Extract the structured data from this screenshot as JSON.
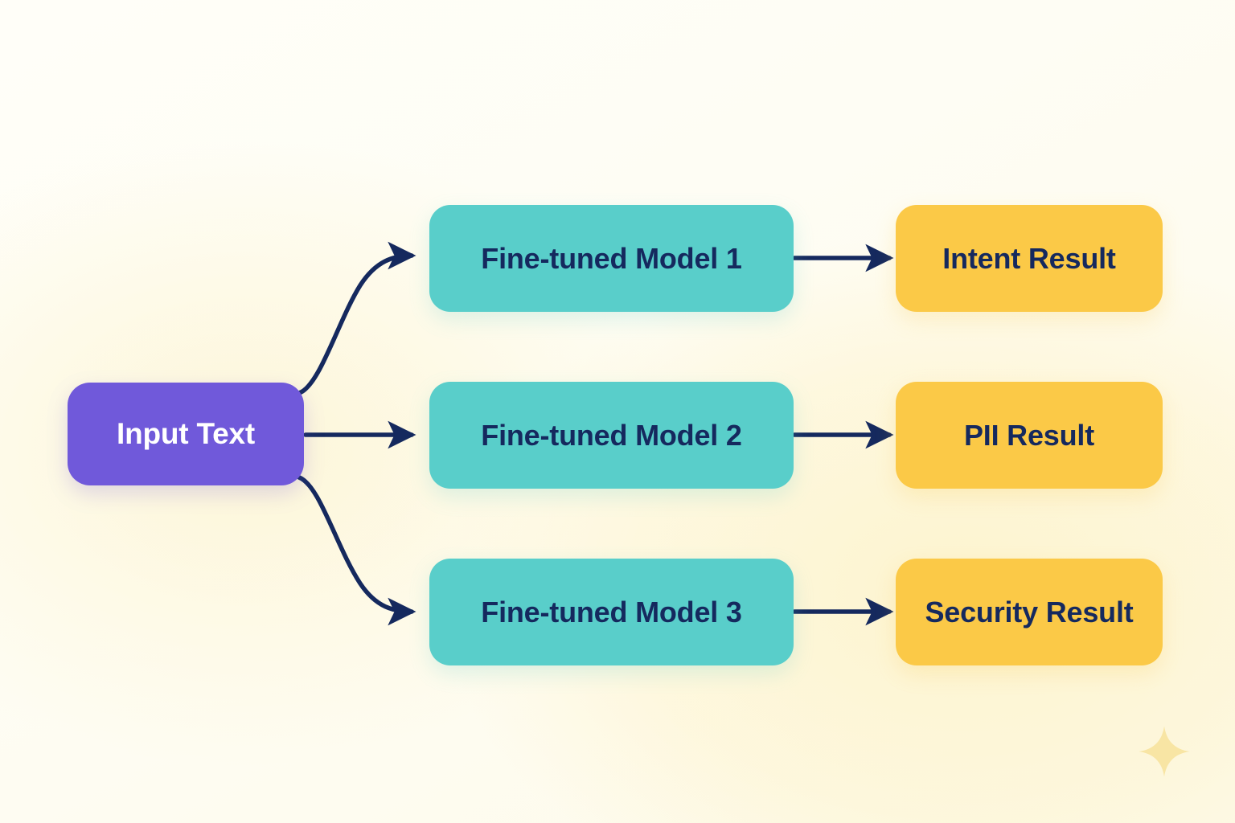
{
  "diagram": {
    "title": "",
    "background_color": "#fefdf4",
    "connector_color": "#15295e",
    "nodes": {
      "input": {
        "label": "Input Text",
        "color": "#7059da",
        "text_color": "#ffffff"
      },
      "models": [
        {
          "label": "Fine-tuned Model 1",
          "color": "#59ceca",
          "text_color": "#15295e"
        },
        {
          "label": "Fine-tuned Model 2",
          "color": "#59ceca",
          "text_color": "#15295e"
        },
        {
          "label": "Fine-tuned Model 3",
          "color": "#59ceca",
          "text_color": "#15295e"
        }
      ],
      "results": [
        {
          "label": "Intent Result",
          "color": "#fbc947",
          "text_color": "#15295e"
        },
        {
          "label": "PII Result",
          "color": "#fbc947",
          "text_color": "#15295e"
        },
        {
          "label": "Security Result",
          "color": "#fbc947",
          "text_color": "#15295e"
        }
      ]
    },
    "edges": [
      {
        "from": "Input Text",
        "to": "Fine-tuned Model 1",
        "style": "curved-arrow"
      },
      {
        "from": "Input Text",
        "to": "Fine-tuned Model 2",
        "style": "straight-arrow"
      },
      {
        "from": "Input Text",
        "to": "Fine-tuned Model 3",
        "style": "curved-arrow"
      },
      {
        "from": "Fine-tuned Model 1",
        "to": "Intent Result",
        "style": "straight-arrow"
      },
      {
        "from": "Fine-tuned Model 2",
        "to": "PII Result",
        "style": "straight-arrow"
      },
      {
        "from": "Fine-tuned Model 3",
        "to": "Security Result",
        "style": "straight-arrow"
      }
    ],
    "decoration": {
      "sparkle_color": "#f8e5a4",
      "sparkle_name": "sparkle-icon"
    }
  }
}
